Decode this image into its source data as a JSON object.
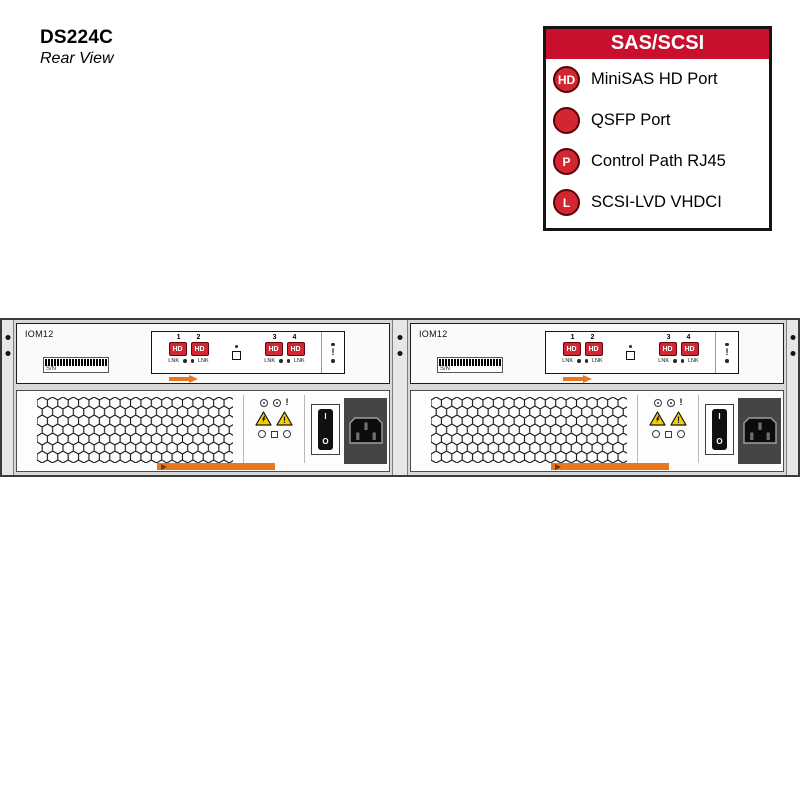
{
  "title": {
    "model": "DS224C",
    "view": "Rear View"
  },
  "legend": {
    "header": "SAS/SCSI",
    "items": [
      {
        "badge": "HD",
        "label": "MiniSAS HD Port"
      },
      {
        "badge": "",
        "label": "QSFP Port"
      },
      {
        "badge": "P",
        "label": "Control Path RJ45"
      },
      {
        "badge": "L",
        "label": "SCSI-LVD VHDCI"
      }
    ]
  },
  "chassis": {
    "iom": {
      "label": "IOM12",
      "serial_label": "S/N",
      "link_label": "LNK",
      "ports": [
        {
          "num": "1",
          "type": "HD"
        },
        {
          "num": "2",
          "type": "HD"
        },
        {
          "num": "3",
          "type": "HD"
        },
        {
          "num": "4",
          "type": "HD"
        }
      ]
    },
    "psu": {
      "switch_on_label": "I",
      "switch_off_label": "O"
    }
  },
  "glyphs": {
    "alert": "!"
  },
  "colors": {
    "legend_red": "#C8102E",
    "port_red": "#D22630",
    "handle_orange": "#E87722",
    "warning_yellow": "#F7CE00"
  }
}
